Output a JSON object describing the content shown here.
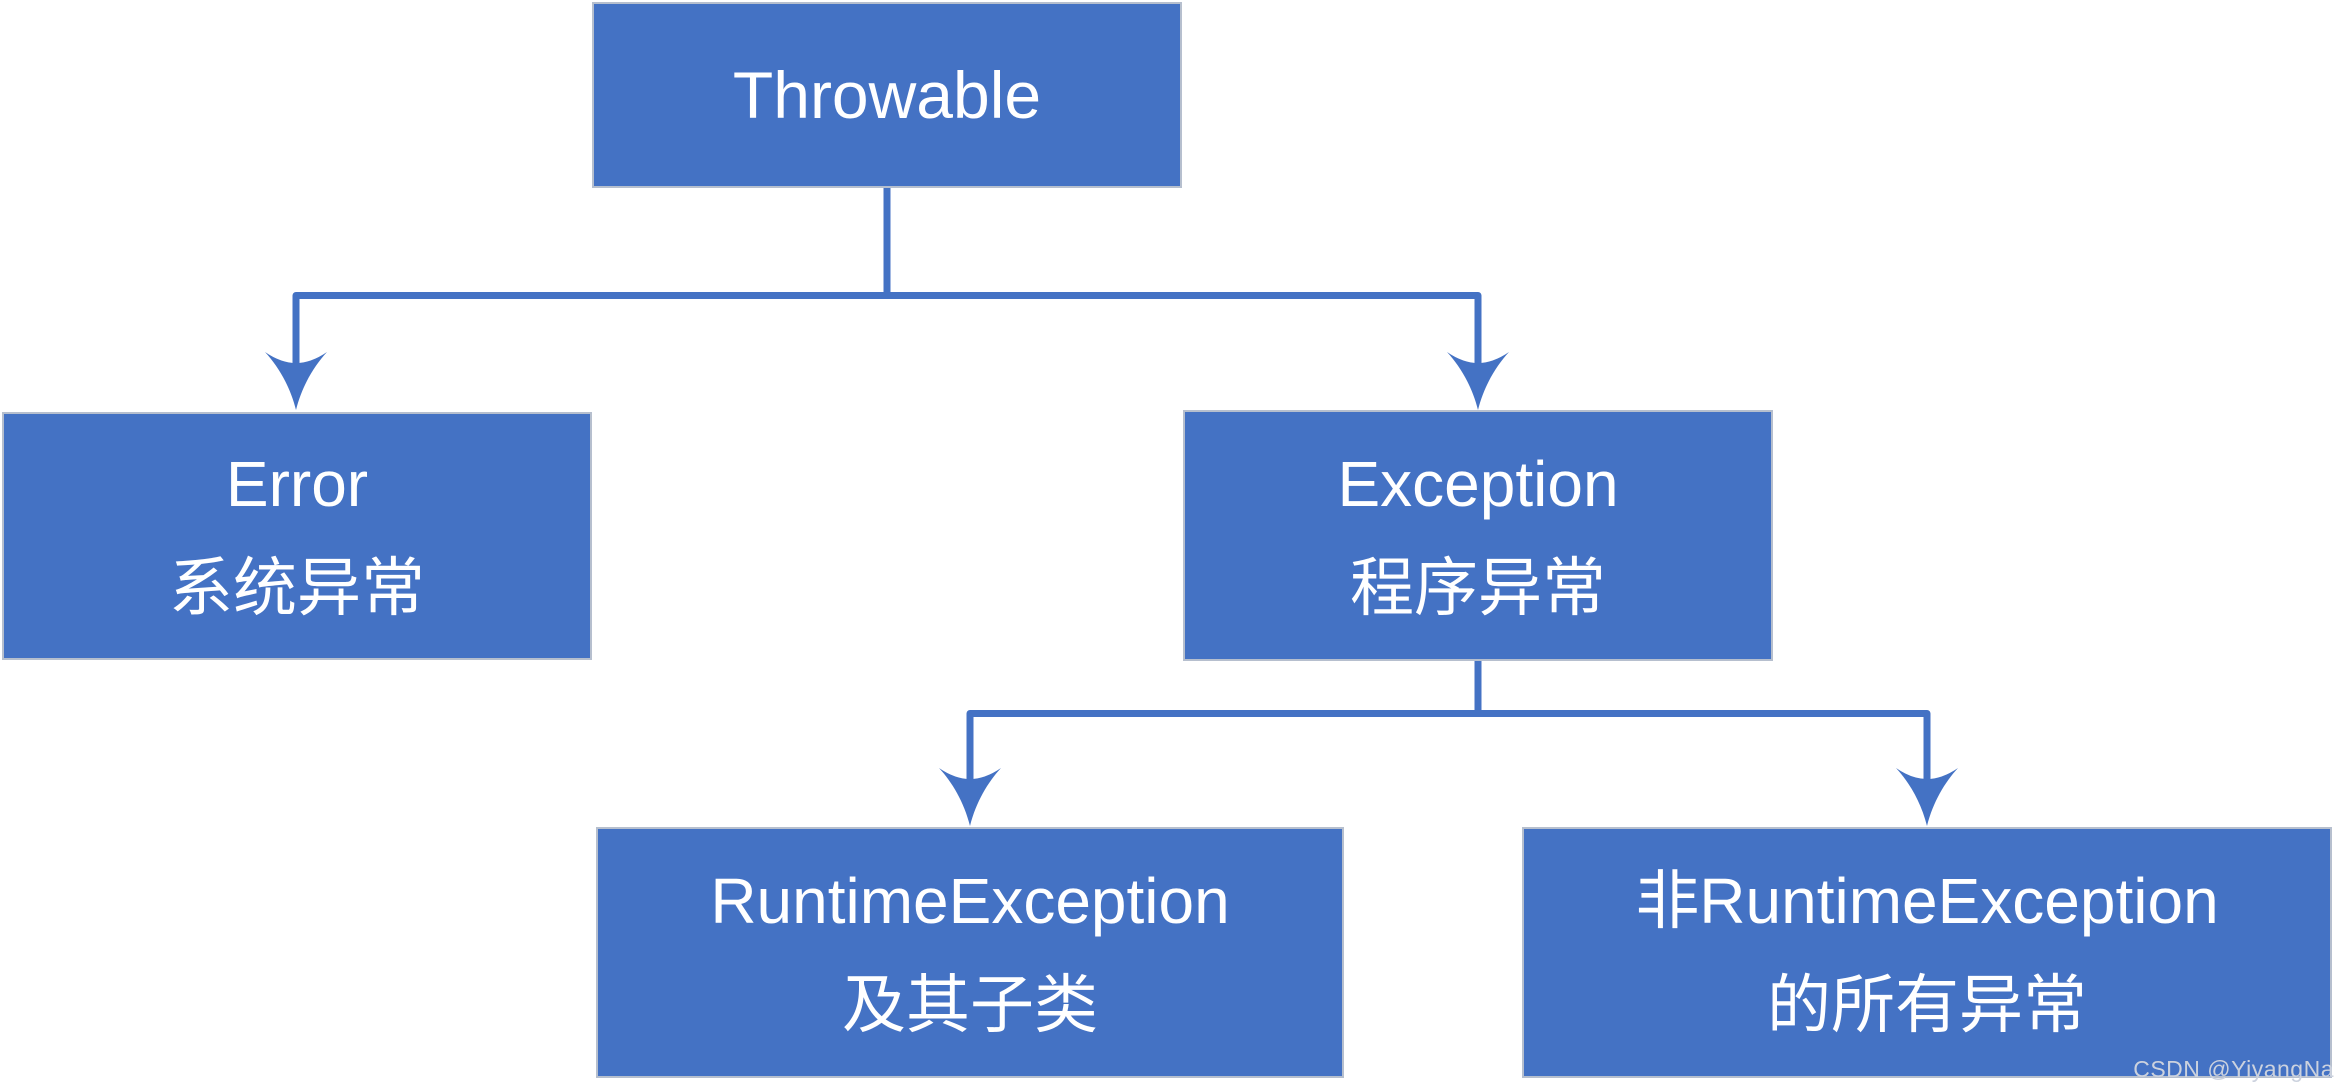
{
  "diagram": {
    "nodes": [
      {
        "id": "throwable",
        "label": "Throwable",
        "sublabel": ""
      },
      {
        "id": "error",
        "label": "Error",
        "sublabel": "系统异常"
      },
      {
        "id": "exception",
        "label": "Exception",
        "sublabel": "程序异常"
      },
      {
        "id": "runtime_exception",
        "label": "RuntimeException",
        "sublabel": "及其子类"
      },
      {
        "id": "non_runtime_exception",
        "label": "非RuntimeException",
        "sublabel": "的所有异常"
      }
    ],
    "edges": [
      {
        "from": "throwable",
        "to": "error"
      },
      {
        "from": "throwable",
        "to": "exception"
      },
      {
        "from": "exception",
        "to": "runtime_exception"
      },
      {
        "from": "exception",
        "to": "non_runtime_exception"
      }
    ],
    "colors": {
      "box_fill": "#4472c4",
      "box_border": "#b6bfce",
      "connector": "#4472c4",
      "text": "#ffffff",
      "background": "#ffffff",
      "watermark": "#ccd2de"
    },
    "watermark": "CSDN @YiyangNa"
  }
}
